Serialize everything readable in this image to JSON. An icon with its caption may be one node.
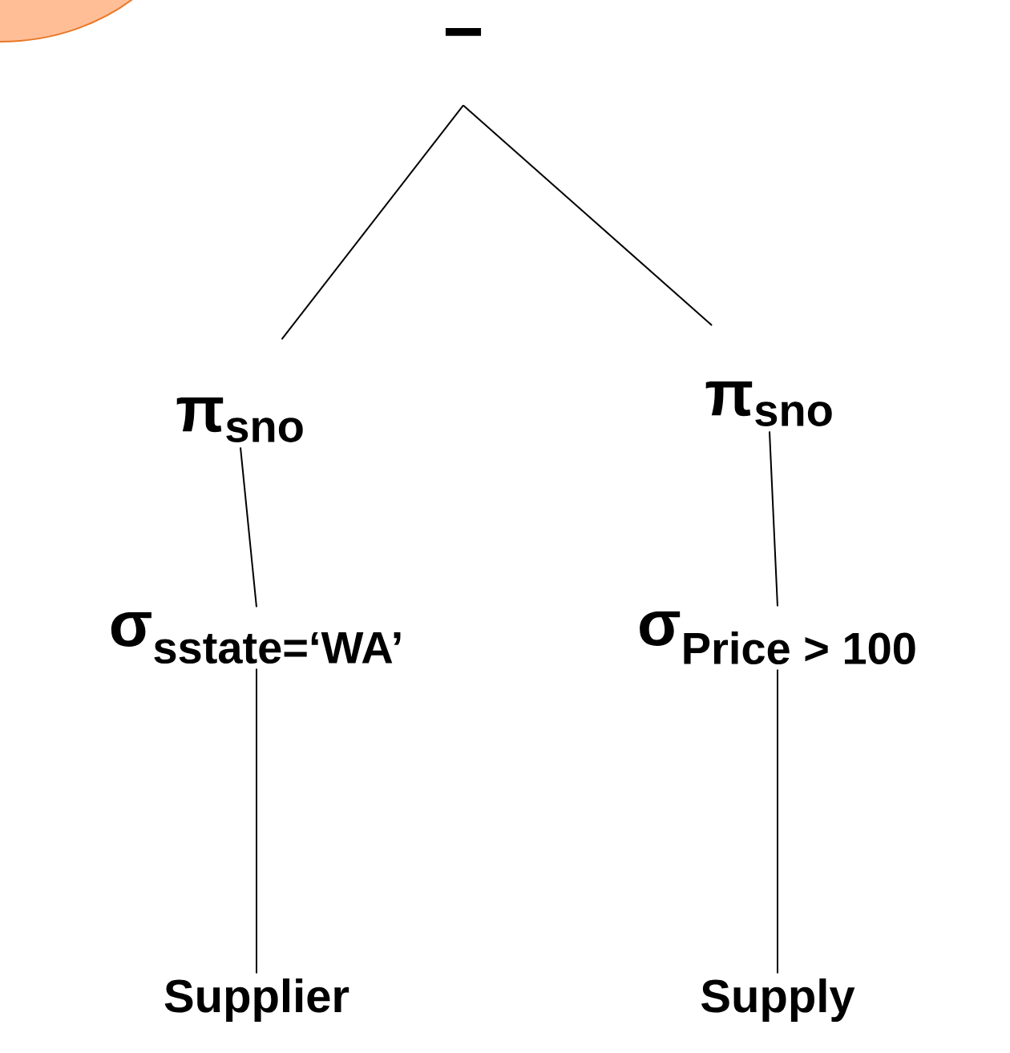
{
  "diagram": {
    "nodes": [
      {
        "text": [],
        "shape": "circle"
      },
      {
        "text": [
          "−"
        ]
      },
      {
        "text": [
          "π$_{sno}$"
        ]
      },
      {
        "text": [
          "π$_{sno}$"
        ]
      },
      {
        "text": [
          "σ$_{sstate=‘WA’}$"
        ]
      },
      {
        "text": [
          "σ$_{Price > 100}$"
        ]
      },
      {
        "text": [
          "Supplier"
        ]
      },
      {
        "text": [
          "Supply"
        ]
      }
    ],
    "edges": [
      {
        "from": 1,
        "to": 2,
        "arrow": "none"
      },
      {
        "from": 1,
        "to": 3,
        "arrow": "none"
      },
      {
        "from": 2,
        "to": 4,
        "arrow": "none"
      },
      {
        "from": 3,
        "to": 5,
        "arrow": "none"
      },
      {
        "from": 4,
        "to": 6,
        "arrow": "none"
      },
      {
        "from": 5,
        "to": 7,
        "arrow": "none"
      }
    ]
  }
}
